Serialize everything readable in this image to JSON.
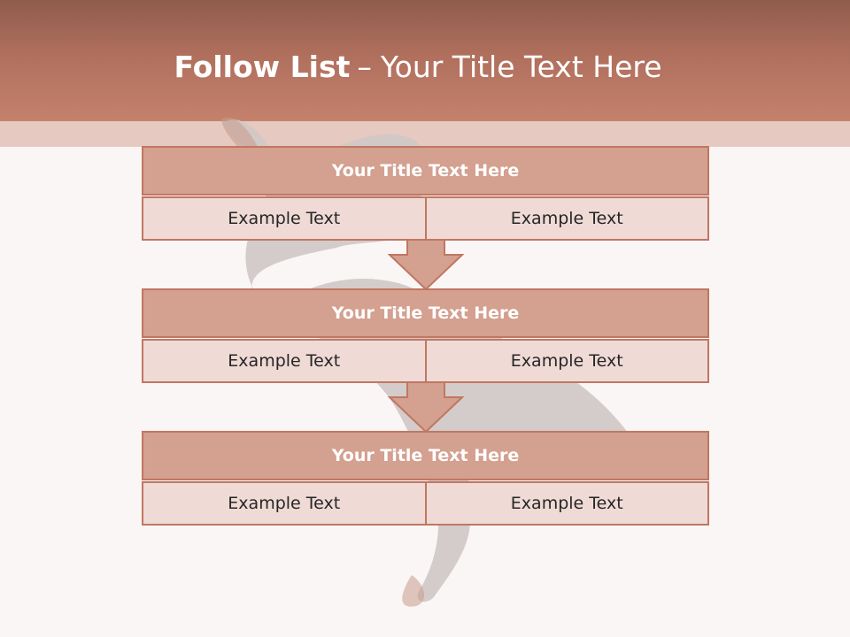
{
  "slide": {
    "title_bold": "Follow List",
    "title_separator": "–",
    "title_rest": "Your Title Text Here"
  },
  "steps": [
    {
      "title": "Your Title Text Here",
      "left": "Example Text",
      "right": "Example Text"
    },
    {
      "title": "Your Title Text Here",
      "left": "Example Text",
      "right": "Example Text"
    },
    {
      "title": "Your Title Text Here",
      "left": "Example Text",
      "right": "Example Text"
    }
  ],
  "colors": {
    "header": "#b06f5d",
    "box_title": "#d4a08f",
    "box_cell": "#efdad5",
    "border": "#c07762"
  }
}
